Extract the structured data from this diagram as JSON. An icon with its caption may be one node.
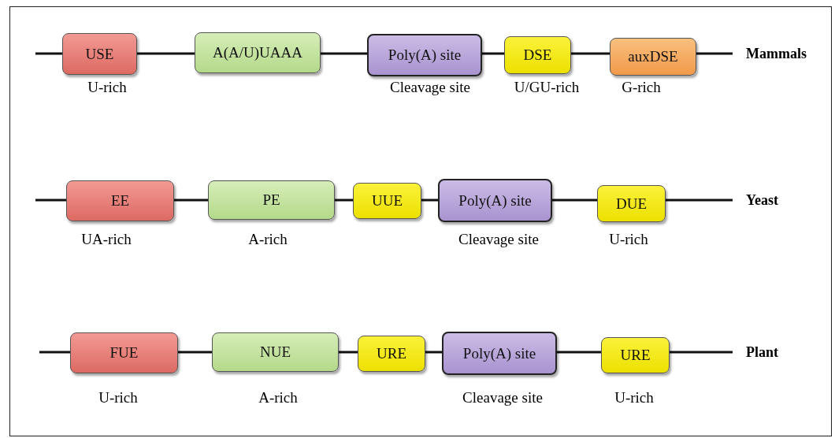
{
  "diagram": {
    "nodes": [
      {
        "text": [
          "USE"
        ],
        "beside": [
          "U-rich"
        ]
      },
      {
        "text": [
          "A(A/U)UAAA"
        ]
      },
      {
        "text": [
          "Poly(A) site"
        ],
        "beside": [
          "Cleavage site"
        ]
      },
      {
        "text": [
          "DSE"
        ],
        "beside": [
          "U/GU-rich"
        ]
      },
      {
        "text": [
          "auxDSE"
        ],
        "beside": [
          "G-rich"
        ]
      },
      {
        "text": [
          "EE"
        ],
        "beside": [
          "UA-rich"
        ]
      },
      {
        "text": [
          "PE"
        ],
        "beside": [
          "A-rich"
        ]
      },
      {
        "text": [
          "UUE"
        ]
      },
      {
        "text": [
          "Poly(A) site"
        ],
        "beside": [
          "Cleavage site"
        ]
      },
      {
        "text": [
          "DUE"
        ],
        "beside": [
          "U-rich"
        ]
      },
      {
        "text": [
          "FUE"
        ],
        "beside": [
          "U-rich"
        ]
      },
      {
        "text": [
          "NUE"
        ],
        "beside": [
          "A-rich"
        ]
      },
      {
        "text": [
          "URE"
        ]
      },
      {
        "text": [
          "Poly(A) site"
        ],
        "beside": [
          "Cleavage site"
        ]
      },
      {
        "text": [
          "URE"
        ],
        "beside": [
          "U-rich"
        ]
      }
    ],
    "edges": [
      {
        "from": null,
        "to": 0,
        "arrow": "none"
      },
      {
        "from": 0,
        "to": 1,
        "arrow": "none"
      },
      {
        "from": 1,
        "to": 2,
        "arrow": "none"
      },
      {
        "from": 2,
        "to": 3,
        "arrow": "none"
      },
      {
        "from": 3,
        "to": 4,
        "arrow": "none"
      },
      {
        "from": 4,
        "to": null,
        "arrow": "none"
      },
      {
        "from": null,
        "to": 5,
        "arrow": "none"
      },
      {
        "from": 5,
        "to": 6,
        "arrow": "none"
      },
      {
        "from": 6,
        "to": 7,
        "arrow": "none"
      },
      {
        "from": 7,
        "to": 8,
        "arrow": "none"
      },
      {
        "from": 8,
        "to": 9,
        "arrow": "none"
      },
      {
        "from": 9,
        "to": null,
        "arrow": "none"
      },
      {
        "from": null,
        "to": 10,
        "arrow": "none"
      },
      {
        "from": 10,
        "to": 11,
        "arrow": "none"
      },
      {
        "from": 11,
        "to": 12,
        "arrow": "none"
      },
      {
        "from": 12,
        "to": 13,
        "arrow": "none"
      },
      {
        "from": 13,
        "to": 14,
        "arrow": "none"
      },
      {
        "from": 14,
        "to": null,
        "arrow": "none"
      }
    ],
    "labels": [
      "Mammals",
      "Yeast",
      "Plant"
    ]
  }
}
